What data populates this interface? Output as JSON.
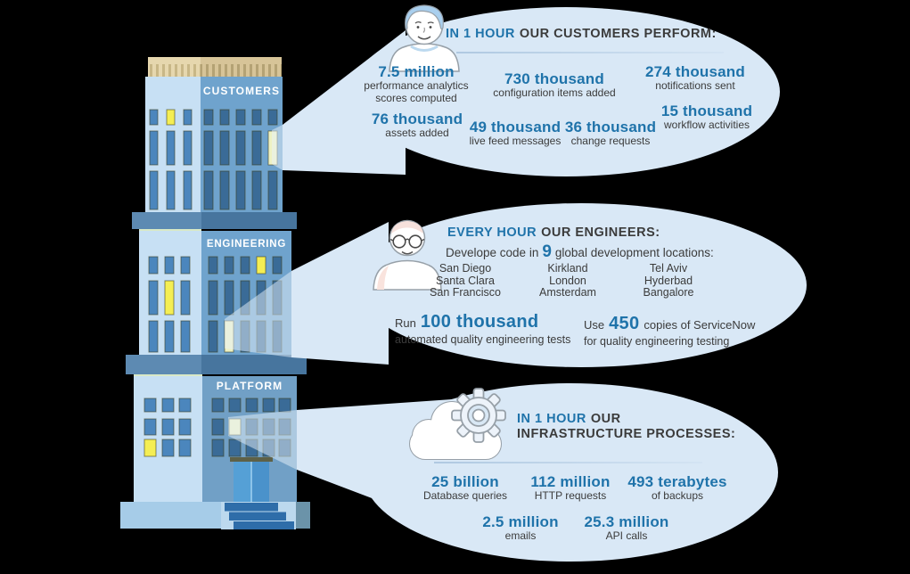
{
  "colors": {
    "accent_blue": "#1f73aa",
    "dark_text": "#3b3b3b",
    "bubble_fill": "#d9e8f6"
  },
  "building": {
    "sections": [
      {
        "label": "CUSTOMERS"
      },
      {
        "label": "ENGINEERING"
      },
      {
        "label": "PLATFORM"
      }
    ]
  },
  "callouts": {
    "customers": {
      "icon": "customer-person-icon",
      "header_highlight": "IN 1 HOUR",
      "header_rest": "OUR CUSTOMERS PERFORM:",
      "stats": [
        {
          "value": "7.5 million",
          "label": "performance analytics\nscores computed"
        },
        {
          "value": "730 thousand",
          "label": "configuration items added"
        },
        {
          "value": "274 thousand",
          "label": "notifications sent"
        },
        {
          "value": "76 thousand",
          "label": "assets added"
        },
        {
          "value": "49 thousand",
          "label": "live feed messages"
        },
        {
          "value": "36 thousand",
          "label": "change requests"
        },
        {
          "value": "15 thousand",
          "label": "workflow activities"
        }
      ]
    },
    "engineers": {
      "icon": "engineer-person-icon",
      "header_highlight": "EVERY HOUR",
      "header_rest": "OUR ENGINEERS:",
      "intro_prefix": "Develope code in",
      "intro_number": "9",
      "intro_suffix": "global development locations:",
      "city_columns": [
        [
          "San Diego",
          "Santa Clara",
          "San Francisco"
        ],
        [
          "Kirkland",
          "London",
          "Amsterdam"
        ],
        [
          "Tel Aviv",
          "Hyderbad",
          "Bangalore"
        ]
      ],
      "stats": [
        {
          "prefix": "Run",
          "value": "100 thousand",
          "suffix": "",
          "label": "automated quality engineering tests"
        },
        {
          "prefix": "Use",
          "value": "450",
          "suffix": "copies of ServiceNow",
          "label": "for quality engineering testing"
        }
      ]
    },
    "infrastructure": {
      "icon": "cloud-gear-icon",
      "header_highlight": "IN 1 HOUR",
      "header_rest": "OUR",
      "header_line2": "INFRASTRUCTURE PROCESSES:",
      "stats": [
        {
          "value": "25 billion",
          "label": "Database queries"
        },
        {
          "value": "112 million",
          "label": "HTTP requests"
        },
        {
          "value": "493 terabytes",
          "label": "of backups"
        },
        {
          "value": "2.5 million",
          "label": "emails"
        },
        {
          "value": "25.3 million",
          "label": "API calls"
        }
      ]
    }
  }
}
